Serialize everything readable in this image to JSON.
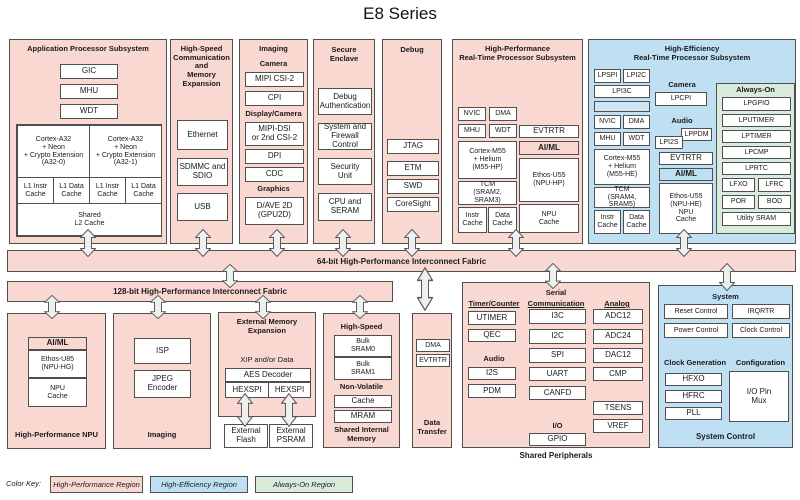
{
  "title": "E8 Series",
  "fabric": {
    "bit64": "64-bit High-Performance Interconnect Fabric",
    "bit128": "128-bit High-Performance Interconnect Fabric"
  },
  "app": {
    "title": "Application Processor Subsystem",
    "gic": "GIC",
    "mhu": "MHU",
    "wdt": "WDT",
    "core0": "Cortex-A32\n+ Neon\n+ Crypto Extension\n(A32-0)",
    "core1": "Cortex-A32\n+ Neon\n+ Crypto Extension\n(A32-1)",
    "l1i": "L1 Instr\nCache",
    "l1d": "L1 Data\nCache",
    "l2": "Shared\nL2 Cache"
  },
  "hscomm": {
    "title": "High-Speed\nCommunication and\nMemory Expansion",
    "eth": "Ethernet",
    "sdmmc": "SDMMC and\nSDIO",
    "usb": "USB"
  },
  "imaging": {
    "title": "Imaging",
    "camera": "Camera",
    "mipicsi": "MIPI CSI-2",
    "cpi": "CPI",
    "dispcam": "Display/Camera",
    "mipidsi": "MIPI-DSI\nor 2nd CSI-2",
    "dpi": "DPI",
    "cdc": "CDC",
    "graphics": "Graphics",
    "dave": "D/AVE 2D\n(GPU2D)"
  },
  "secure": {
    "title": "Secure\nEnclave",
    "dbgauth": "Debug\nAuthentication",
    "sysfw": "System and\nFirewall Control",
    "secunit": "Security\nUnit",
    "cpuseram": "CPU and\nSERAM"
  },
  "debug": {
    "title": "Debug",
    "jtag": "JTAG",
    "etm": "ETM",
    "swd": "SWD",
    "coresight": "CoreSight"
  },
  "hprt": {
    "title": "High-Performance\nReal-Time Processor Subsystem",
    "nvic": "NVIC",
    "dma": "DMA",
    "mhu": "MHU",
    "wdt": "WDT",
    "evtrtr": "EVTRTR",
    "cortex": "Cortex-M55\n+ Helium\n(M55-HP)",
    "aiml": "AI/ML",
    "ethos": "Ethos-U55\n(NPU-HP)",
    "tcm": "TCM\n(SRAM2, SRAM3)",
    "instr": "Instr\nCache",
    "data": "Data\nCache",
    "npucache": "NPU\nCache"
  },
  "hert": {
    "title": "High-Efficiency\nReal-Time Processor Subsystem",
    "lpspi": "LPSPI",
    "lpi2c": "LPI2C",
    "lpi3c": "LPI3C",
    "nvic": "NVIC",
    "dma": "DMA",
    "mhu": "MHU",
    "wdt": "WDT",
    "cortex": "Cortex-M55\n+ Helium\n(M55-HE)",
    "tcm": "TCM\n(SRAM4, SRAM5)",
    "instr": "Instr\nCache",
    "data": "Data\nCache",
    "camera": "Camera",
    "lpcpi": "LPCPI",
    "audio": "Audio",
    "lpi2s": "LPI2S",
    "lppdm": "LPPDM",
    "evtrtr": "EVTRTR",
    "aiml": "AI/ML",
    "ethos": "Ethos-U55\n(NPU-HE)\nNPU\nCache"
  },
  "alwayson": {
    "title": "Always-On",
    "lpgpio": "LPGPIO",
    "lputimer": "LPUTIMER",
    "lptimer": "LPTIMER",
    "lpcmp": "LPCMP",
    "lprtc": "LPRTC",
    "lfxo": "LFXO",
    "lfrc": "LFRC",
    "por": "POR",
    "bod": "BOD",
    "utilsram": "Utility SRAM"
  },
  "npu": {
    "aiml": "AI/ML",
    "ethos": "Ethos-U85\n(NPU-HG)",
    "npucache": "NPU\nCache",
    "label": "High-Performance NPU"
  },
  "imgbtm": {
    "isp": "ISP",
    "jpeg": "JPEG\nEncoder",
    "label": "Imaging"
  },
  "extmem": {
    "title": "External Memory\nExpansion",
    "xip": "XIP and/or Data",
    "aes": "AES Decoder",
    "hexspi1": "HEXSPI",
    "hexspi2": "HEXSPI",
    "flash": "External\nFlash",
    "psram": "External\nPSRAM"
  },
  "shmem": {
    "hs": "High-Speed",
    "sram0": "Bulk\nSRAM0",
    "sram1": "Bulk\nSRAM1",
    "nv": "Non-Volatile",
    "cache": "Cache",
    "mram": "MRAM",
    "label": "Shared Internal\nMemory"
  },
  "dxfer": {
    "dma": "DMA",
    "evtrtr": "EVTRTR",
    "label": "Data\nTransfer"
  },
  "periph": {
    "timer": "Timer/Counter",
    "serial1": "Serial",
    "serial2": "Communication",
    "analog": "Analog",
    "utimer": "UTIMER",
    "qec": "QEC",
    "audio": "Audio",
    "i2s": "I2S",
    "pdm": "PDM",
    "i3c": "I3C",
    "i2c": "I2C",
    "spi": "SPI",
    "uart": "UART",
    "canfd": "CANFD",
    "io": "I/O",
    "gpio": "GPIO",
    "adc12": "ADC12",
    "adc24": "ADC24",
    "dac12": "DAC12",
    "cmp": "CMP",
    "tsens": "TSENS",
    "vref": "VREF",
    "label": "Shared Peripherals"
  },
  "sysctl": {
    "system": "System",
    "reset": "Reset Control",
    "irqrtr": "IRQRTR",
    "power": "Power Control",
    "clockctl": "Clock Control",
    "clockgen": "Clock Generation",
    "config": "Configuration",
    "hfxo": "HFXO",
    "hfrc": "HFRC",
    "pll": "PLL",
    "iopinmux": "I/O Pin\nMux",
    "label": "System Control"
  },
  "colorKey": {
    "label": "Color Key:",
    "items": [
      {
        "label": "High-Performance Region",
        "color": "#f8d8d0"
      },
      {
        "label": "High-Efficiency Region",
        "color": "#bfe0f2"
      },
      {
        "label": "Always-On Region",
        "color": "#d9ecdc"
      }
    ]
  }
}
